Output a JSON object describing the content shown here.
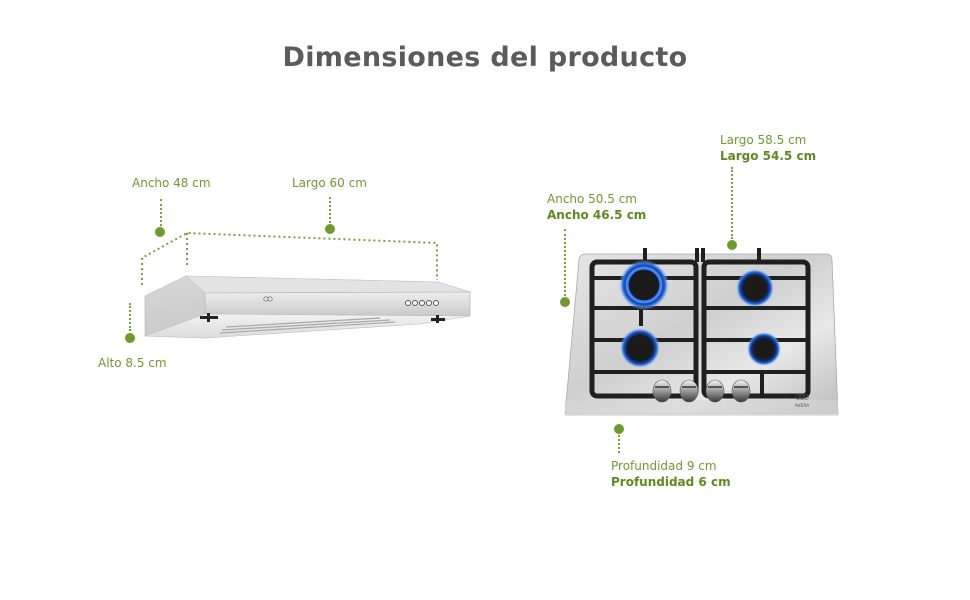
{
  "title": "Dimensiones del producto",
  "colors": {
    "accent_green": "#6f9a2c",
    "title_gray": "#5b5b5b",
    "flame_blue": "#2b6fe0"
  },
  "hood": {
    "product": "range-hood",
    "brand": "AVERA",
    "labels": {
      "ancho": "Ancho 48 cm",
      "largo": "Largo 60 cm",
      "alto": "Alto 8.5 cm"
    }
  },
  "cooktop": {
    "product": "gas-cooktop",
    "brand": "AVERA",
    "burners": 4,
    "knobs": 4,
    "labels": {
      "largo_outer": "Largo 58.5 cm",
      "largo_inner": "Largo 54.5 cm",
      "ancho_outer": "Ancho 50.5 cm",
      "ancho_inner": "Ancho 46.5 cm",
      "profundidad_outer": "Profundidad 9 cm",
      "profundidad_inner": "Profundidad 6 cm"
    }
  }
}
